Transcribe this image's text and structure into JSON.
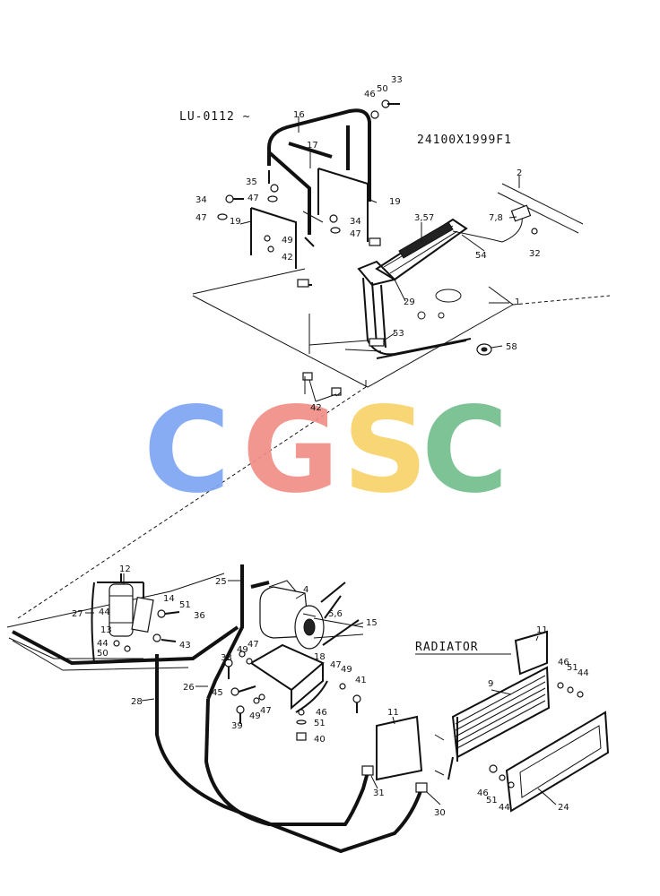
{
  "header": {
    "model_serial": "LU-0112 ~",
    "part_number": "24100X1999F1",
    "radiator_label": "RADIATOR"
  },
  "watermark": {
    "letters": [
      {
        "char": "C",
        "color": "#7ea6f4"
      },
      {
        "char": "G",
        "color": "#f08f86"
      },
      {
        "char": "S",
        "color": "#f8d36a"
      },
      {
        "char": "C",
        "color": "#72be8e"
      }
    ]
  },
  "callouts": {
    "c1": "1",
    "c2": "2",
    "c3_57": "3,57",
    "c4": "4",
    "c5_6": "5,6",
    "c7_8": "7,8",
    "c9": "9",
    "c11a": "11",
    "c11b": "11",
    "c12": "12",
    "c13": "13",
    "c14": "14",
    "c15": "15",
    "c16": "16",
    "c17": "17",
    "c18": "18",
    "c19a": "19",
    "c19b": "19",
    "c24": "24",
    "c25": "25",
    "c26": "26",
    "c27": "27",
    "c28": "28",
    "c29": "29",
    "c30": "30",
    "c31": "31",
    "c32": "32",
    "c33": "33",
    "c34a": "34",
    "c34b": "34",
    "c35": "35",
    "c36": "36",
    "c38": "38",
    "c39": "39",
    "c40": "40",
    "c41": "41",
    "c42a": "42",
    "c42b": "42",
    "c43": "43",
    "c44a": "44",
    "c44b": "44",
    "c44c": "44",
    "c44d": "44",
    "c45": "45",
    "c46a": "46",
    "c46b": "46",
    "c46c": "46",
    "c46d": "46",
    "c47a": "47",
    "c47b": "47",
    "c47c": "47",
    "c47d": "47",
    "c47e": "47",
    "c47f": "47",
    "c49a": "49",
    "c49b": "49",
    "c49c": "49",
    "c49d": "49",
    "c50a": "50",
    "c50b": "50",
    "c51a": "51",
    "c51b": "51",
    "c51c": "51",
    "c51d": "51",
    "c53": "53",
    "c54": "54",
    "c58": "58"
  }
}
